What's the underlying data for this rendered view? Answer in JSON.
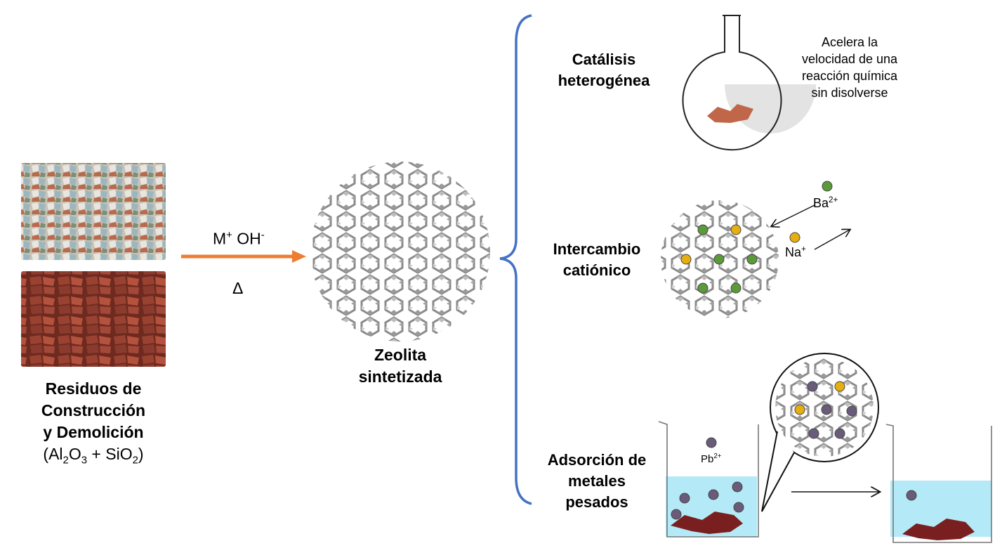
{
  "waste": {
    "title_line1": "Residuos de",
    "title_line2": "Construcción",
    "title_line3": "y  Demolición",
    "formula_open": "(Al",
    "formula_sub1": "2",
    "formula_o": "O",
    "formula_sub2": "3",
    "formula_mid": " + SiO",
    "formula_sub3": "2",
    "formula_close": ")"
  },
  "reaction": {
    "reagent_m": "M",
    "reagent_m_sup": "+",
    "reagent_oh": " OH",
    "reagent_oh_sup": "-",
    "heat": "Δ",
    "arrow_color": "#ED7D31"
  },
  "zeolite": {
    "label_line1": "Zeolita",
    "label_line2": "sintetizada"
  },
  "brace_color": "#4472C4",
  "applications": {
    "catalysis": {
      "title_line1": "Catálisis",
      "title_line2": "heterogénea",
      "description": [
        "Acelera la",
        "velocidad de una",
        "reacción química",
        "sin disolverse"
      ]
    },
    "ion_exchange": {
      "title_line1": "Intercambio",
      "title_line2": "catiónico",
      "ion_in": "Ba",
      "ion_in_sup": "2+",
      "ion_out": "Na",
      "ion_out_sup": "+"
    },
    "adsorption": {
      "title_line1": "Adsorción de",
      "title_line2": "metales",
      "title_line3": "pesados",
      "ion": "Pb",
      "ion_sup": "2+"
    }
  },
  "colors": {
    "water": "#B4EAF7",
    "sediment": "#7A1F1F",
    "catalyst": "#C0674A",
    "ba_ion": "#5B9A3A",
    "na_ion": "#E6AE10",
    "pb_ion": "#6B5B7B"
  }
}
